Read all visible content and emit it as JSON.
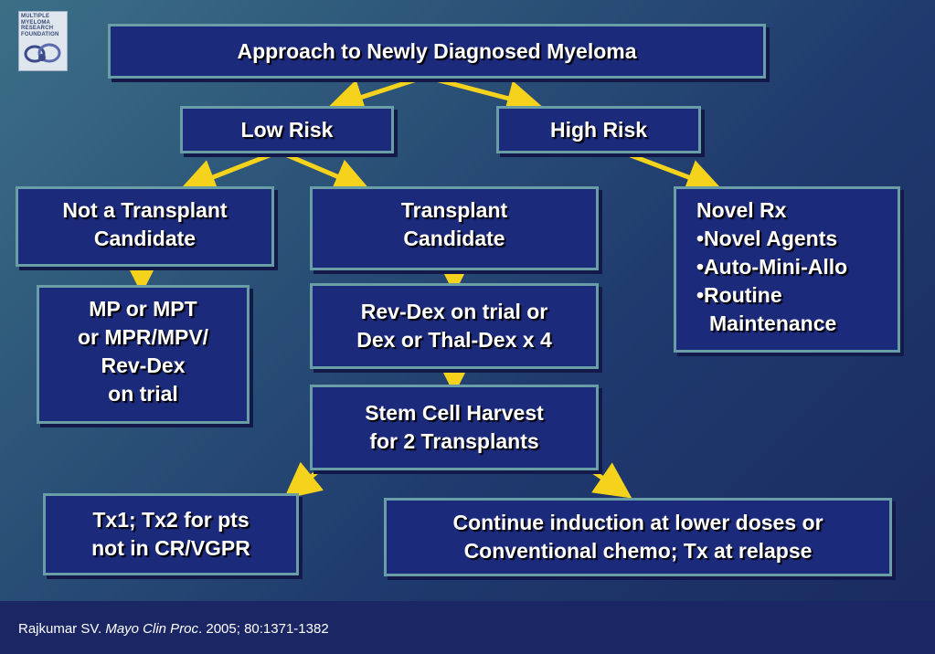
{
  "logo": {
    "lines": [
      "MULTIPLE",
      "MYELOMA",
      "RESEARCH",
      "FOUNDATION"
    ]
  },
  "title": "Approach to Newly Diagnosed Myeloma",
  "low_risk": "Low Risk",
  "high_risk": "High Risk",
  "not_transplant": [
    "Not a Transplant",
    "Candidate"
  ],
  "transplant": [
    "Transplant",
    "Candidate"
  ],
  "novel": [
    "Novel Rx",
    "•Novel Agents",
    "•Auto-Mini-Allo",
    "•Routine",
    "Maintenance"
  ],
  "mp": [
    "MP or MPT",
    "or MPR/MPV/",
    "Rev-Dex",
    "on trial"
  ],
  "revdex": [
    "Rev-Dex on trial or",
    "Dex or Thal-Dex x 4"
  ],
  "stemcell": [
    "Stem Cell Harvest",
    "for 2 Transplants"
  ],
  "tx": [
    "Tx1; Tx2 for pts",
    "not in CR/VGPR"
  ],
  "continue": [
    "Continue induction at lower doses or",
    "Conventional chemo; Tx at relapse"
  ],
  "citation": {
    "author": "Rajkumar SV. ",
    "journal": "Mayo Clin Proc",
    "details": ". 2005; 80:1371-1382"
  },
  "colors": {
    "box_fill": "#1c2a7c",
    "box_border": "#6a9ea6",
    "arrow": "#f5d21c",
    "footer": "#1a2764"
  }
}
